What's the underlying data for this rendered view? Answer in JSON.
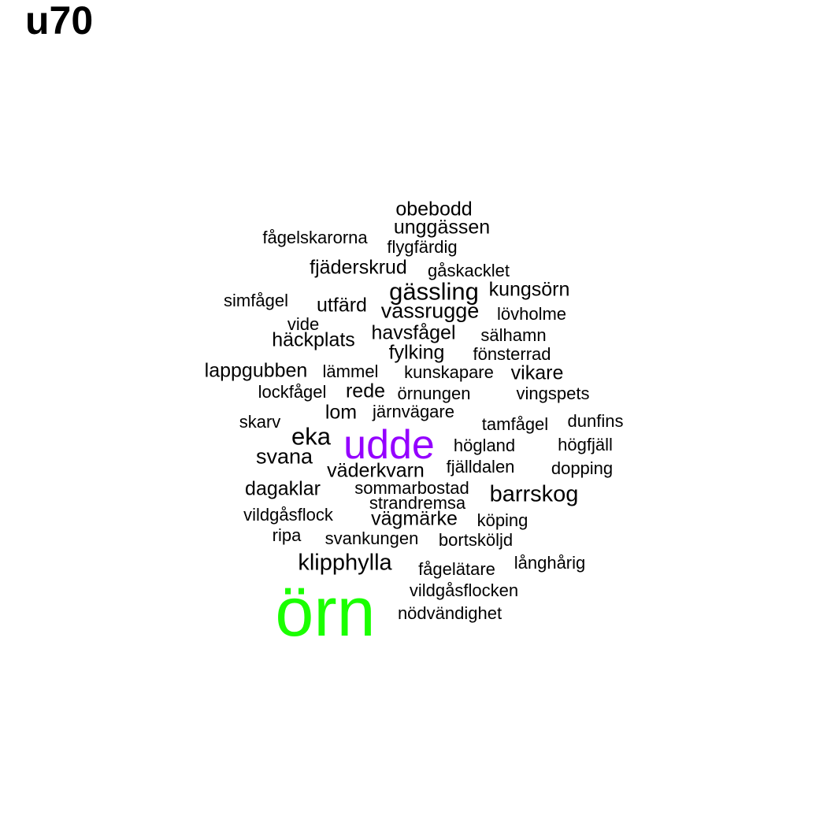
{
  "title": "u70",
  "colors": {
    "default": "#000000",
    "udde": "#9400FF",
    "örn": "#1AFF00"
  },
  "words": [
    {
      "text": "obebodd",
      "color": "#000000"
    },
    {
      "text": "unggässen",
      "color": "#000000"
    },
    {
      "text": "fågelskarorna",
      "color": "#000000"
    },
    {
      "text": "flygfärdig",
      "color": "#000000"
    },
    {
      "text": "fjäderskrud",
      "color": "#000000"
    },
    {
      "text": "gåskacklet",
      "color": "#000000"
    },
    {
      "text": "gässling",
      "color": "#000000"
    },
    {
      "text": "kungsörn",
      "color": "#000000"
    },
    {
      "text": "simfågel",
      "color": "#000000"
    },
    {
      "text": "utfärd",
      "color": "#000000"
    },
    {
      "text": "vassrugge",
      "color": "#000000"
    },
    {
      "text": "lövholme",
      "color": "#000000"
    },
    {
      "text": "vide",
      "color": "#000000"
    },
    {
      "text": "havsfågel",
      "color": "#000000"
    },
    {
      "text": "sälhamn",
      "color": "#000000"
    },
    {
      "text": "häckplats",
      "color": "#000000"
    },
    {
      "text": "fylking",
      "color": "#000000"
    },
    {
      "text": "fönsterrad",
      "color": "#000000"
    },
    {
      "text": "lappgubben",
      "color": "#000000"
    },
    {
      "text": "lämmel",
      "color": "#000000"
    },
    {
      "text": "kunskapare",
      "color": "#000000"
    },
    {
      "text": "vikare",
      "color": "#000000"
    },
    {
      "text": "lockfågel",
      "color": "#000000"
    },
    {
      "text": "rede",
      "color": "#000000"
    },
    {
      "text": "örnungen",
      "color": "#000000"
    },
    {
      "text": "vingspets",
      "color": "#000000"
    },
    {
      "text": "lom",
      "color": "#000000"
    },
    {
      "text": "järnvägare",
      "color": "#000000"
    },
    {
      "text": "skarv",
      "color": "#000000"
    },
    {
      "text": "tamfågel",
      "color": "#000000"
    },
    {
      "text": "dunfins",
      "color": "#000000"
    },
    {
      "text": "eka",
      "color": "#000000"
    },
    {
      "text": "udde",
      "color": "#9400FF"
    },
    {
      "text": "högland",
      "color": "#000000"
    },
    {
      "text": "högfjäll",
      "color": "#000000"
    },
    {
      "text": "svana",
      "color": "#000000"
    },
    {
      "text": "väderkvarn",
      "color": "#000000"
    },
    {
      "text": "fjälldalen",
      "color": "#000000"
    },
    {
      "text": "dopping",
      "color": "#000000"
    },
    {
      "text": "dagaklar",
      "color": "#000000"
    },
    {
      "text": "sommarbostad",
      "color": "#000000"
    },
    {
      "text": "barrskog",
      "color": "#000000"
    },
    {
      "text": "strandremsa",
      "color": "#000000"
    },
    {
      "text": "vildgåsflock",
      "color": "#000000"
    },
    {
      "text": "vägmärke",
      "color": "#000000"
    },
    {
      "text": "köping",
      "color": "#000000"
    },
    {
      "text": "ripa",
      "color": "#000000"
    },
    {
      "text": "svankungen",
      "color": "#000000"
    },
    {
      "text": "bortsköljd",
      "color": "#000000"
    },
    {
      "text": "klipphylla",
      "color": "#000000"
    },
    {
      "text": "fågelätare",
      "color": "#000000"
    },
    {
      "text": "långhårig",
      "color": "#000000"
    },
    {
      "text": "vildgåsflocken",
      "color": "#000000"
    },
    {
      "text": "örn",
      "color": "#1AFF00"
    },
    {
      "text": "nödvändighet",
      "color": "#000000"
    }
  ]
}
